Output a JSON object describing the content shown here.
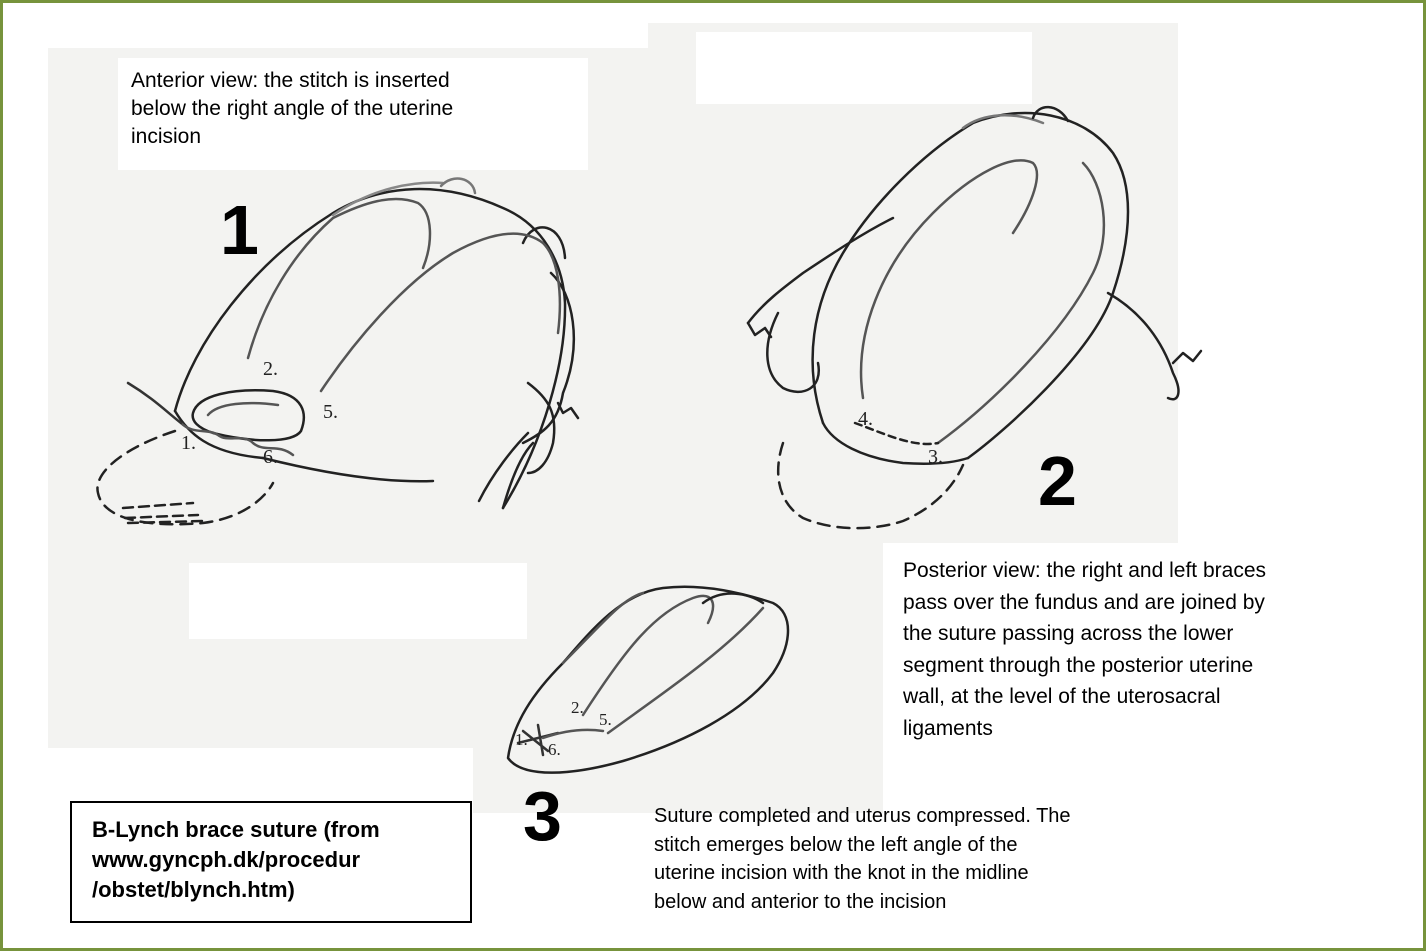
{
  "figure": {
    "frame_color": "#77933c",
    "panel_numbers": [
      "1",
      "2",
      "3"
    ],
    "captions": {
      "anterior": [
        "Anterior view: the stitch is inserted",
        "below the right angle of the uterine",
        "incision"
      ],
      "posterior": [
        "Posterior view: the right and left braces",
        "pass over the fundus and are joined by",
        "the suture passing across the lower",
        "segment through the posterior uterine",
        "wall, at the level of the uterosacral",
        "ligaments"
      ],
      "completed": [
        "Suture completed and uterus compressed. The",
        "stitch emerges below the left angle of the",
        "uterine incision with the knot in the midline",
        "below and anterior to the incision"
      ]
    },
    "source": [
      "B-Lynch brace suture (from",
      "www.gyncph.dk/procedur",
      "/obstet/blynch.htm)"
    ],
    "point_labels": {
      "p1": "1.",
      "p2": "2.",
      "p5": "5.",
      "p6": "6.",
      "p3": "3.",
      "p4": "4.",
      "p1c": "1.",
      "p2c": "2.",
      "p5c": "5.",
      "p6c": "6."
    }
  }
}
